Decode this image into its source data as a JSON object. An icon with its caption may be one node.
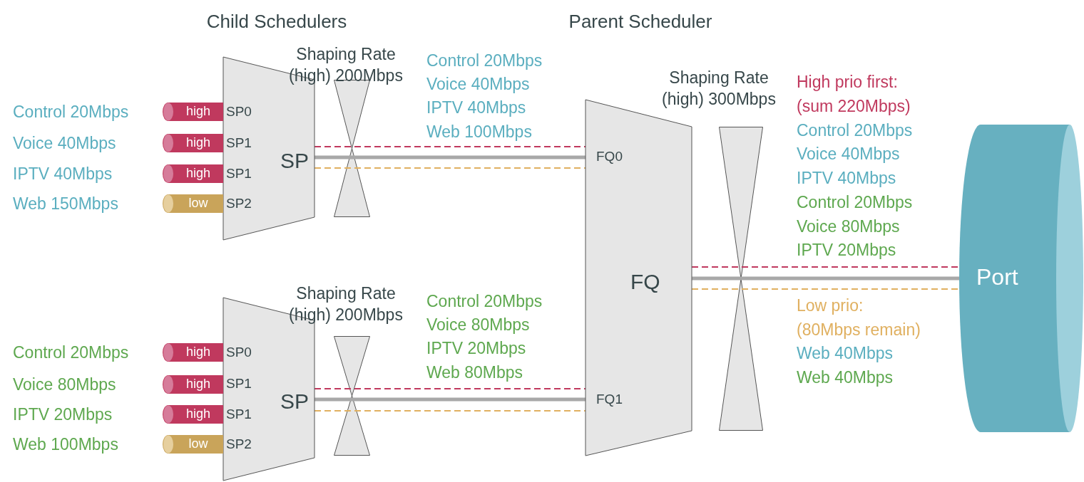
{
  "diagram": {
    "nodes": [
      {
        "text": [
          "SP0",
          "SP1",
          "SP1",
          "SP2",
          "SP"
        ]
      },
      {
        "text": [
          "high"
        ],
        "beside": [
          "Control 20Mbps"
        ]
      },
      {
        "text": [
          "high"
        ],
        "beside": [
          "Voice 40Mbps"
        ]
      },
      {
        "text": [
          "high"
        ],
        "beside": [
          "IPTV 40Mbps"
        ]
      },
      {
        "text": [
          "low"
        ],
        "beside": [
          "Web 150Mbps"
        ]
      },
      {
        "text": [],
        "shape": "hourglass"
      },
      {
        "text": [
          "SP0",
          "SP1",
          "SP1",
          "SP2",
          "SP"
        ]
      },
      {
        "text": [
          "high"
        ],
        "beside": [
          "Control 20Mbps"
        ]
      },
      {
        "text": [
          "high"
        ],
        "beside": [
          "Voice 80Mbps"
        ]
      },
      {
        "text": [
          "high"
        ],
        "beside": [
          "IPTV 20Mbps"
        ]
      },
      {
        "text": [
          "low"
        ],
        "beside": [
          "Web 100Mbps"
        ]
      },
      {
        "text": [],
        "shape": "hourglass"
      },
      {
        "text": [
          "FQ0",
          "FQ1",
          "FQ"
        ]
      },
      {
        "text": [],
        "shape": "hourglass"
      },
      {
        "text": [
          "Port"
        ]
      }
    ],
    "edges": [
      {
        "from": 0,
        "to": 12,
        "arrow": "none",
        "style": "dashed",
        "color": "#c0395e"
      },
      {
        "from": 0,
        "to": 12,
        "arrow": "none",
        "style": "thick",
        "color": "#a8a8a8"
      },
      {
        "from": 0,
        "to": 12,
        "arrow": "none",
        "style": "dashed",
        "color": "#e0b060"
      },
      {
        "from": 6,
        "to": 12,
        "arrow": "none",
        "style": "dashed",
        "color": "#c0395e"
      },
      {
        "from": 6,
        "to": 12,
        "arrow": "none",
        "style": "thick",
        "color": "#a8a8a8"
      },
      {
        "from": 6,
        "to": 12,
        "arrow": "none",
        "style": "dashed",
        "color": "#e0b060"
      },
      {
        "from": 12,
        "to": 14,
        "arrow": "none",
        "style": "dashed",
        "color": "#c0395e"
      },
      {
        "from": 12,
        "to": 14,
        "arrow": "none",
        "style": "thick",
        "color": "#a8a8a8"
      },
      {
        "from": 12,
        "to": 14,
        "arrow": "none",
        "style": "dashed",
        "color": "#e0b060"
      }
    ],
    "labels": [
      "Child Schedulers",
      "Parent Scheduler",
      "Shaping Rate (high) 200Mbps",
      "Control 20Mbps",
      "Voice 40Mbps",
      "IPTV 40Mbps",
      "Web 100Mbps",
      "Shaping Rate (high) 300Mbps",
      "High prio first:",
      "(sum 220Mbps)",
      "Control 20Mbps",
      "Voice 40Mbps",
      "IPTV 40Mbps",
      "Control 20Mbps",
      "Voice 80Mbps",
      "IPTV 20Mbps",
      "Shaping Rate (high) 200Mbps",
      "Control 20Mbps",
      "Voice 80Mbps",
      "IPTV 20Mbps",
      "Web 80Mbps",
      "Low prio:",
      "(80Mbps remain)",
      "Web 40Mbps",
      "Web 40Mbps"
    ]
  }
}
